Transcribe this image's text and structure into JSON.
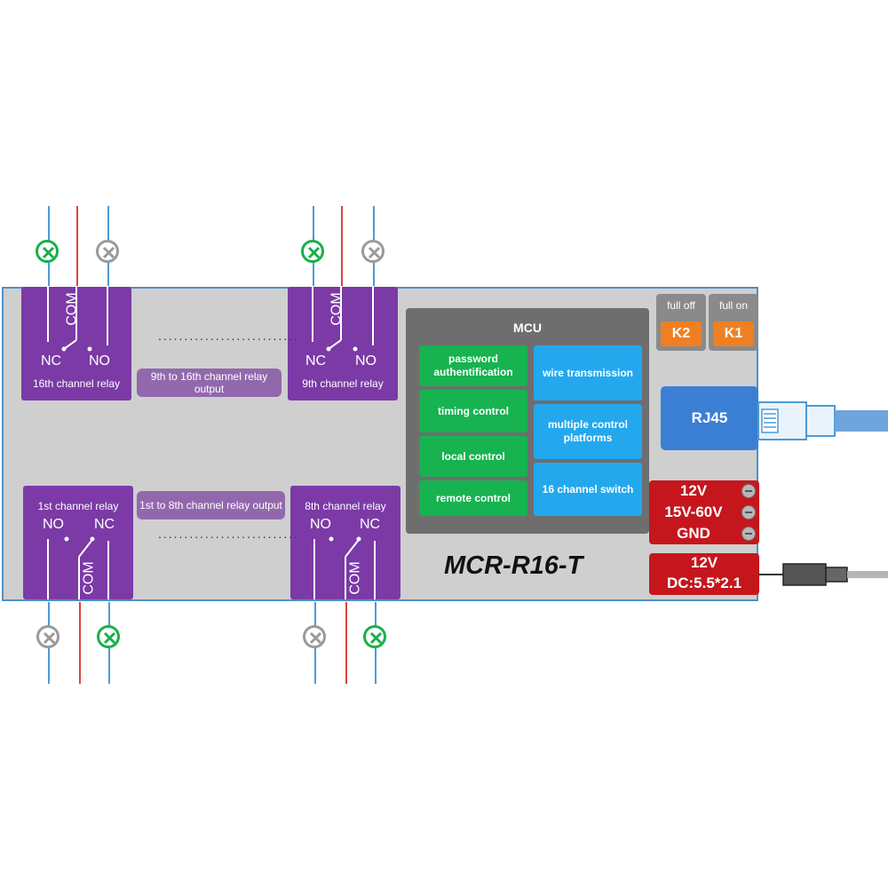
{
  "colors": {
    "relay_purple": "#7b3aa6",
    "pill_purple": "#9268ad",
    "mcu_grey": "#6e6e6e",
    "func_green": "#16b350",
    "func_blue": "#23a8ee",
    "key_orange": "#ee7f22",
    "rj45_blue": "#3b7fd4",
    "power_red": "#c6161d",
    "board_grey": "#cfcfcf",
    "lamp_on": "#18b04a",
    "lamp_off": "#9a9a9a"
  },
  "relays": {
    "r16": {
      "title": "16th channel relay",
      "nc": "NC",
      "no": "NO",
      "com": "COM"
    },
    "r9": {
      "title": "9th channel relay",
      "nc": "NC",
      "no": "NO",
      "com": "COM"
    },
    "r1": {
      "title": "1st channel relay",
      "nc": "NC",
      "no": "NO",
      "com": "COM"
    },
    "r8": {
      "title": "8th channel relay",
      "nc": "NC",
      "no": "NO",
      "com": "COM"
    }
  },
  "ranges": {
    "upper": "9th to 16th channel relay output",
    "lower": "1st to 8th channel relay output"
  },
  "dots": "...........................",
  "mcu": {
    "title": "MCU",
    "left_functions": [
      "password authentification",
      "timing control",
      "local control",
      "remote control"
    ],
    "right_functions": [
      "wire transmission",
      "multiple control platforms",
      "16 channel switch"
    ]
  },
  "modes": {
    "full_off": {
      "label": "full off",
      "key": "K2"
    },
    "full_on": {
      "label": "full on",
      "key": "K1"
    }
  },
  "rj45": "RJ45",
  "power_terminal": {
    "line1": "12V",
    "line2": "15V-60V",
    "line3": "GND"
  },
  "dc_jack": {
    "line1": "12V",
    "line2": "DC:5.5*2.1"
  },
  "model": "MCR-R16-T",
  "icons": {
    "lamp": "lamp-icon",
    "screw": "screw-terminal-icon",
    "ethernet": "ethernet-cable-icon",
    "dc_plug": "dc-plug-icon"
  }
}
